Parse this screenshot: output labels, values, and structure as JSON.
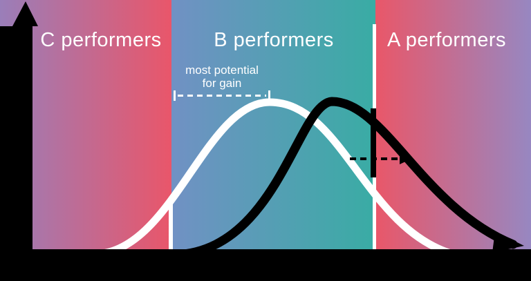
{
  "zones": [
    {
      "id": "c",
      "label": "C performers",
      "gradient": [
        "#9a7eb9",
        "#e9566a"
      ]
    },
    {
      "id": "b",
      "label": "B performers",
      "gradient": [
        "#7191c4",
        "#39aca4"
      ]
    },
    {
      "id": "a",
      "label": "A performers",
      "gradient": [
        "#e95769",
        "#9787c1"
      ]
    }
  ],
  "annotation": {
    "line1": "most potential",
    "line2": "for gain"
  },
  "colors": {
    "background": "#000000",
    "curve_white": "#ffffff",
    "curve_black": "#000000",
    "text": "#ffffff",
    "axis": "#000000"
  },
  "chart_data": {
    "type": "line",
    "title": "",
    "xlabel": "",
    "ylabel": "",
    "axes": {
      "tick_labels": "none",
      "y_axis": "black arrow pointing up at left",
      "x_axis": "thick black bar at bottom"
    },
    "zones": [
      {
        "label": "C performers",
        "x_range_pct": [
          0,
          28
        ],
        "gradient": [
          "#9a7eb9",
          "#e9566a"
        ]
      },
      {
        "label": "B performers",
        "x_range_pct": [
          28,
          69
        ],
        "gradient": [
          "#7191c4",
          "#39aca4"
        ]
      },
      {
        "label": "A performers",
        "x_range_pct": [
          69,
          100
        ],
        "gradient": [
          "#e95769",
          "#9787c1"
        ]
      }
    ],
    "series": [
      {
        "name": "white bell curve",
        "color": "#ffffff",
        "style": "solid thick",
        "peak_x_pct": 47,
        "x_pct": [
          13,
          20,
          27,
          34,
          40,
          47,
          54,
          61,
          68,
          76,
          84
        ],
        "y_pct": [
          0,
          5,
          20,
          48,
          82,
          100,
          82,
          48,
          20,
          5,
          0
        ]
      },
      {
        "name": "black bell curve (shifted right, arrow at tail)",
        "color": "#000000",
        "style": "solid thick, right tail ends in rightward arrowhead",
        "peak_x_pct": 60,
        "x_pct": [
          28,
          35,
          42,
          49,
          55,
          60,
          66,
          73,
          80,
          89,
          97
        ],
        "y_pct": [
          0,
          4,
          18,
          45,
          80,
          100,
          80,
          45,
          18,
          4,
          0
        ]
      }
    ],
    "annotations": [
      {
        "text": "most potential for gain",
        "type": "dashed span with end ticks",
        "color": "#ffffff",
        "x_range_pct": [
          28,
          48
        ]
      },
      {
        "type": "dashed arrow",
        "color": "#000000",
        "direction": "right",
        "x_range_pct": [
          64,
          76
        ]
      },
      {
        "type": "vertical black segment on B/A boundary",
        "x_pct": 69
      }
    ],
    "legend": "none",
    "grid": false
  }
}
